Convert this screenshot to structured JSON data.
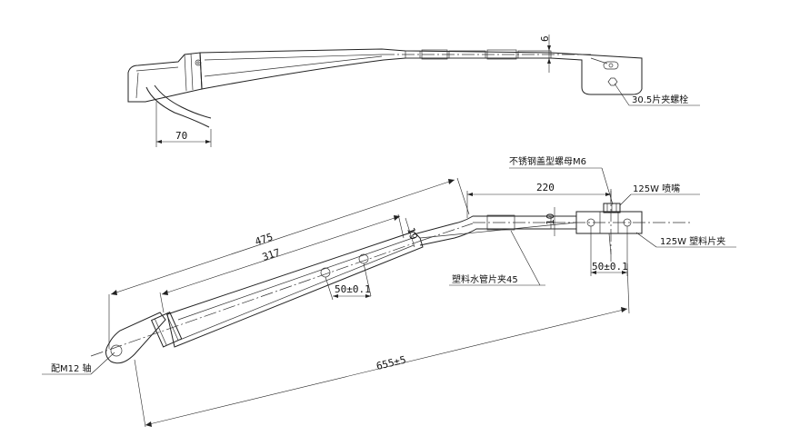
{
  "top_view": {
    "dim_width_70": "70",
    "dim_thickness_6": "6",
    "bolt_label": "30.5片夹螺栓"
  },
  "front_view": {
    "dim_475": "475",
    "dim_317": "317",
    "dim_220": "220",
    "dim_655": "655±5",
    "dim_50_arm": "50±0.1",
    "dim_50_clamp": "50±0.1",
    "dim_19": "19",
    "dim_10": "10",
    "labels": {
      "cap_nut": "不锈钢盖型螺母M6",
      "nozzle": "125W 喷嘴",
      "blade_clamp": "125W 塑料片夹",
      "hose_clip": "塑料水管片夹45",
      "shaft": "配M12 轴"
    }
  }
}
